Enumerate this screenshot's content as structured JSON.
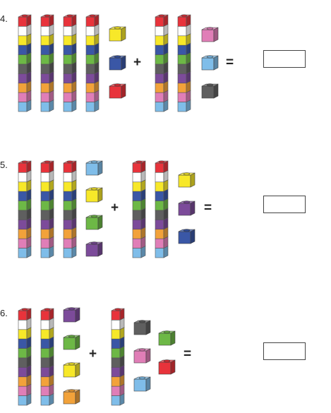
{
  "problems": [
    {
      "number": "4.",
      "op1": "+",
      "op2": "=",
      "left_towers": [
        [
          "red",
          "white",
          "yellow",
          "blue",
          "green",
          "gray",
          "purple",
          "orange",
          "pink",
          "lightblue"
        ],
        [
          "red",
          "white",
          "yellow",
          "blue",
          "green",
          "gray",
          "purple",
          "orange",
          "pink",
          "lightblue"
        ],
        [
          "red",
          "white",
          "yellow",
          "blue",
          "green",
          "gray",
          "purple",
          "orange",
          "pink",
          "lightblue"
        ],
        [
          "red",
          "white",
          "yellow",
          "blue",
          "green",
          "gray",
          "purple",
          "orange",
          "pink",
          "lightblue"
        ]
      ],
      "left_singles": [
        "yellow",
        "blue",
        "red"
      ],
      "right_towers": [
        [
          "red",
          "white",
          "yellow",
          "blue",
          "green",
          "gray",
          "purple",
          "orange",
          "pink",
          "lightblue"
        ],
        [
          "red",
          "white",
          "yellow",
          "blue",
          "green",
          "gray",
          "purple",
          "orange",
          "pink",
          "lightblue"
        ]
      ],
      "right_singles": [
        "pink",
        "lightblue",
        "gray"
      ]
    },
    {
      "number": "5.",
      "op1": "+",
      "op2": "=",
      "left_towers": [
        [
          "red",
          "white",
          "yellow",
          "blue",
          "green",
          "gray",
          "purple",
          "orange",
          "pink",
          "lightblue"
        ],
        [
          "red",
          "white",
          "yellow",
          "blue",
          "green",
          "gray",
          "purple",
          "orange",
          "pink",
          "lightblue"
        ],
        [
          "red",
          "white",
          "yellow",
          "blue",
          "green",
          "gray",
          "purple",
          "orange",
          "pink",
          "lightblue"
        ]
      ],
      "left_singles": [
        "lightblue",
        "yellow",
        "green",
        "purple"
      ],
      "right_towers": [
        [
          "red",
          "white",
          "yellow",
          "blue",
          "green",
          "gray",
          "purple",
          "orange",
          "pink",
          "lightblue"
        ],
        [
          "red",
          "white",
          "yellow",
          "blue",
          "green",
          "gray",
          "purple",
          "orange",
          "pink",
          "lightblue"
        ]
      ],
      "right_singles": [
        "yellow",
        "purple",
        "blue"
      ]
    },
    {
      "number": "6.",
      "op1": "+",
      "op2": "=",
      "left_towers": [
        [
          "red",
          "white",
          "yellow",
          "blue",
          "green",
          "gray",
          "purple",
          "orange",
          "pink",
          "lightblue"
        ],
        [
          "red",
          "white",
          "yellow",
          "blue",
          "green",
          "gray",
          "purple",
          "orange",
          "pink",
          "lightblue"
        ]
      ],
      "left_singles": [
        "purple",
        "green",
        "yellow",
        "orange"
      ],
      "right_towers": [
        [
          "red",
          "white",
          "yellow",
          "blue",
          "green",
          "gray",
          "purple",
          "orange",
          "pink",
          "lightblue"
        ]
      ],
      "right_singles": [
        "gray",
        "green",
        "pink",
        "red",
        "lightblue"
      ]
    }
  ],
  "colors": {
    "red": "#e8333b",
    "white": "#ffffff",
    "yellow": "#f7e829",
    "blue": "#3a57a6",
    "green": "#6db846",
    "gray": "#5f5f5f",
    "purple": "#7c4b9a",
    "orange": "#f2a23a",
    "pink": "#e07eb7",
    "lightblue": "#7fbde9"
  }
}
